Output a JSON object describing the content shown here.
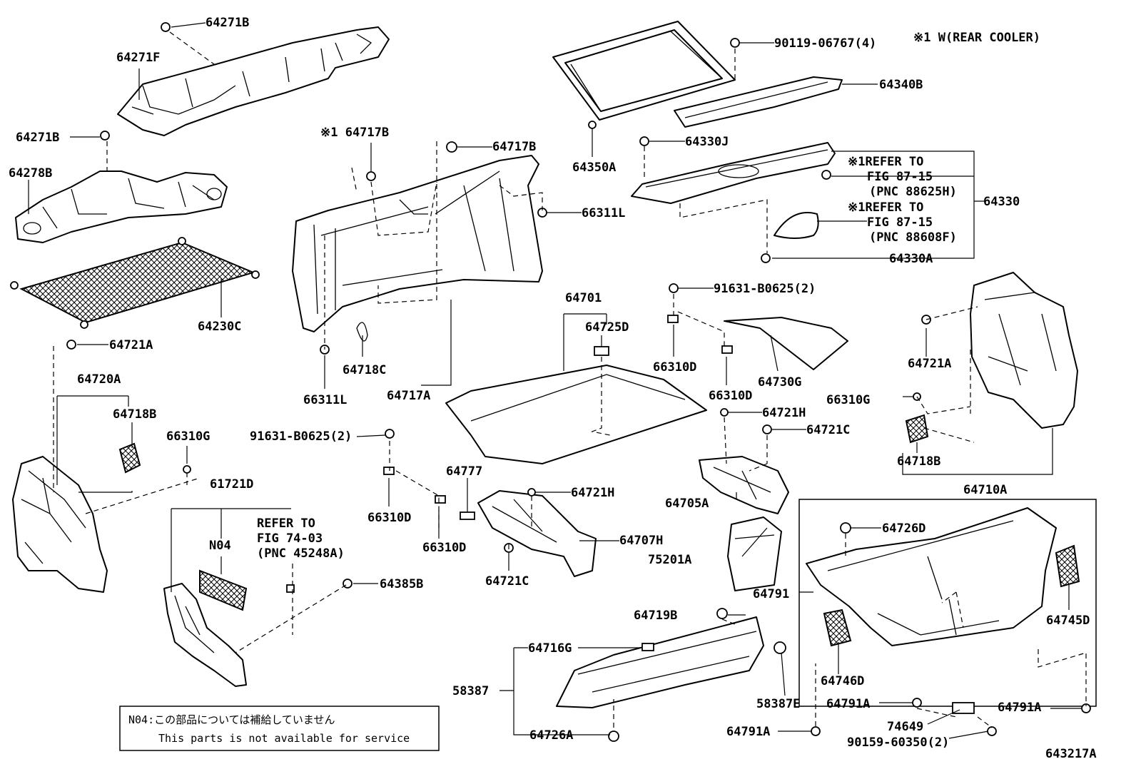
{
  "header_note": "※1 W(REAR COOLER)",
  "figure_id": "643217A",
  "notice": {
    "line1": "N04:この部品については補給していません",
    "line2": "This parts is not available for service"
  },
  "refer_notes": {
    "r1_line1": "※1REFER TO",
    "r1_line2": "FIG 87-15",
    "r1_line3": "(PNC 88625H)",
    "r2_line1": "※1REFER TO",
    "r2_line2": "FIG 87-15",
    "r2_line3": "(PNC 88608F)",
    "r3_line1": "REFER TO",
    "r3_line2": "FIG 74-03",
    "r3_line3": "(PNC 45248A)"
  },
  "parts": {
    "p64271B_top": "64271B",
    "p64271F": "64271F",
    "p64271B_mid": "64271B",
    "p64278B": "64278B",
    "p64230C": "64230C",
    "p64721A_left": "64721A",
    "p64720A": "64720A",
    "p64718B_left": "64718B",
    "p66310G_left": "66310G",
    "p61721D": "61721D",
    "pN04": "N04",
    "p64385B": "64385B",
    "p64717B_star": "※1 64717B",
    "p64717B": "64717B",
    "p66311L_right": "66311L",
    "p66311L_left": "66311L",
    "p64718C": "64718C",
    "p64717A": "64717A",
    "p91631_left": "91631-B0625(2)",
    "p66310D_a": "66310D",
    "p66310D_b": "66310D",
    "p64777": "64777",
    "p64721H_mid": "64721H",
    "p64707H": "64707H",
    "p64721C_mid": "64721C",
    "p64719B": "64719B",
    "p64716G": "64716G",
    "p58387": "58387",
    "p64726A": "64726A",
    "p58387E": "58387E",
    "p64791A_a": "64791A",
    "p64791A_b": "64791A",
    "p64791A_c": "64791A",
    "p74649": "74649",
    "p90159": "90159-60350(2)",
    "p64701": "64701",
    "p64725D": "64725D",
    "p90119": "90119-06767(4)",
    "p64340B": "64340B",
    "p64350A": "64350A",
    "p64330J": "64330J",
    "p64330": "64330",
    "p64330A": "64330A",
    "p91631_right": "91631-B0625(2)",
    "p66310D_c": "66310D",
    "p66310D_d": "66310D",
    "p64730G": "64730G",
    "p64721H_right": "64721H",
    "p64721C_right": "64721C",
    "p64705A": "64705A",
    "p75201A": "75201A",
    "p64791": "64791",
    "p64726D": "64726D",
    "p64745D": "64745D",
    "p64746D": "64746D",
    "p64721A_right": "64721A",
    "p66310G_right": "66310G",
    "p64718B_right": "64718B",
    "p64710A": "64710A"
  }
}
